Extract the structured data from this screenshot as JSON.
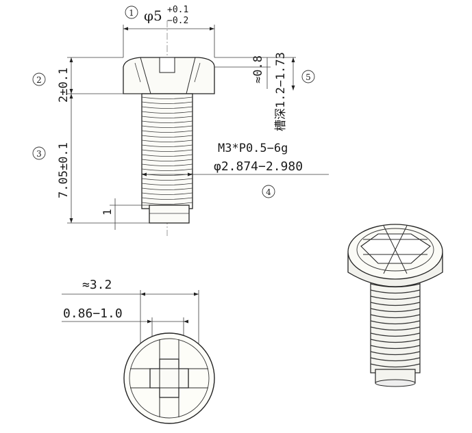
{
  "callouts": {
    "c1": "1",
    "c2": "2",
    "c3": "3",
    "c4": "4",
    "c5": "5"
  },
  "dimensions": {
    "head_dia_symbol": "φ5",
    "head_dia_upper": "+0.1",
    "head_dia_lower": "−0.2",
    "head_height": "2±0.1",
    "shank_length": "7.05±0.1",
    "slot_width": "≈0.8",
    "slot_depth": "槽深1.2−1.73",
    "thread_spec": "M3*P0.5−6g",
    "thread_major": "φ2.874−2.980",
    "tip_length": "1",
    "recess_dia": "≈3.2",
    "recess_width": "0.86−1.0"
  },
  "colors": {
    "line": "#222222",
    "background": "#ffffff"
  }
}
